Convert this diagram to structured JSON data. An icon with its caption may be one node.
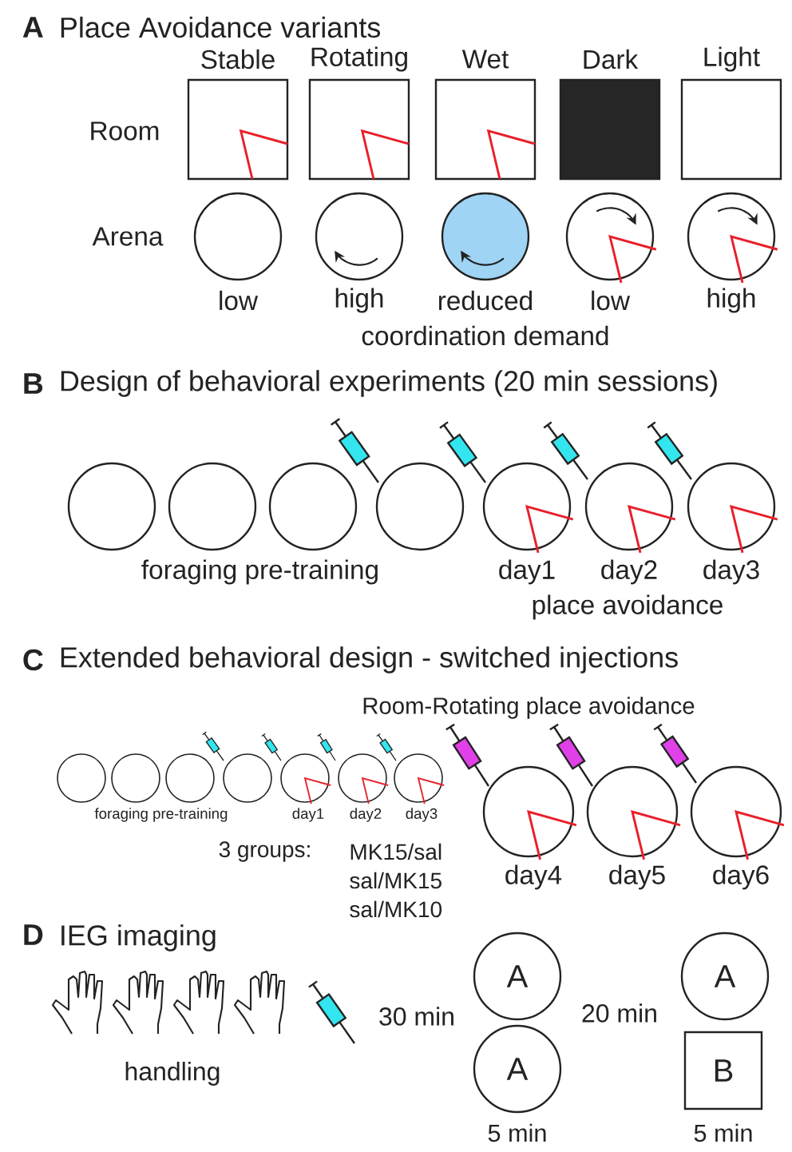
{
  "diagram": {
    "nodes": [
      {
        "text": [],
        "shape": "box",
        "beside": [
          "Stable"
        ]
      },
      {
        "text": [],
        "shape": "box",
        "beside": [
          "Rotating"
        ]
      },
      {
        "text": [],
        "shape": "box",
        "beside": [
          "Wet"
        ]
      },
      {
        "text": [],
        "shape": "box",
        "beside": [
          "Dark"
        ]
      },
      {
        "text": [],
        "shape": "box",
        "beside": [
          "Light"
        ]
      },
      {
        "text": [],
        "shape": "circle",
        "beside": [
          "low"
        ]
      },
      {
        "text": [],
        "shape": "circle",
        "beside": [
          "high"
        ]
      },
      {
        "text": [],
        "shape": "circle",
        "beside": [
          "reduced"
        ]
      },
      {
        "text": [],
        "shape": "circle",
        "beside": [
          "low"
        ]
      },
      {
        "text": [],
        "shape": "circle",
        "beside": [
          "high"
        ]
      },
      {
        "text": [],
        "shape": "circle"
      },
      {
        "text": [],
        "shape": "circle"
      },
      {
        "text": [],
        "shape": "circle"
      },
      {
        "text": [],
        "shape": "circle"
      },
      {
        "text": [],
        "shape": "circle",
        "beside": [
          "day1"
        ]
      },
      {
        "text": [],
        "shape": "circle",
        "beside": [
          "day2"
        ]
      },
      {
        "text": [],
        "shape": "circle",
        "beside": [
          "day3"
        ]
      },
      {
        "text": [],
        "shape": "circle"
      },
      {
        "text": [],
        "shape": "circle"
      },
      {
        "text": [],
        "shape": "circle"
      },
      {
        "text": [],
        "shape": "circle"
      },
      {
        "text": [],
        "shape": "circle",
        "beside": [
          "day1"
        ]
      },
      {
        "text": [],
        "shape": "circle",
        "beside": [
          "day2"
        ]
      },
      {
        "text": [],
        "shape": "circle",
        "beside": [
          "day3"
        ]
      },
      {
        "text": [],
        "shape": "circle",
        "beside": [
          "day4"
        ]
      },
      {
        "text": [],
        "shape": "circle",
        "beside": [
          "day5"
        ]
      },
      {
        "text": [],
        "shape": "circle",
        "beside": [
          "day6"
        ]
      },
      {
        "text": [
          "A"
        ]
      },
      {
        "text": [
          "A"
        ]
      },
      {
        "text": [
          "A"
        ],
        "beside": [
          "5 min"
        ]
      },
      {
        "text": [
          "B"
        ],
        "beside": [
          "5 min"
        ]
      }
    ],
    "labels": [
      "A",
      "Place Avoidance variants",
      "Room",
      "Arena",
      "coordination demand",
      "B",
      "Design of behavioral experiments (20 min sessions)",
      "foraging pre-training",
      "place avoidance",
      "C",
      "Extended behavioral design - switched injections",
      "Room-Rotating place avoidance",
      "foraging pre-training",
      "3 groups:",
      "MK15/sal",
      "sal/MK15",
      "sal/MK10",
      "D",
      "IEG imaging",
      "handling",
      "30 min",
      "20 min"
    ]
  }
}
